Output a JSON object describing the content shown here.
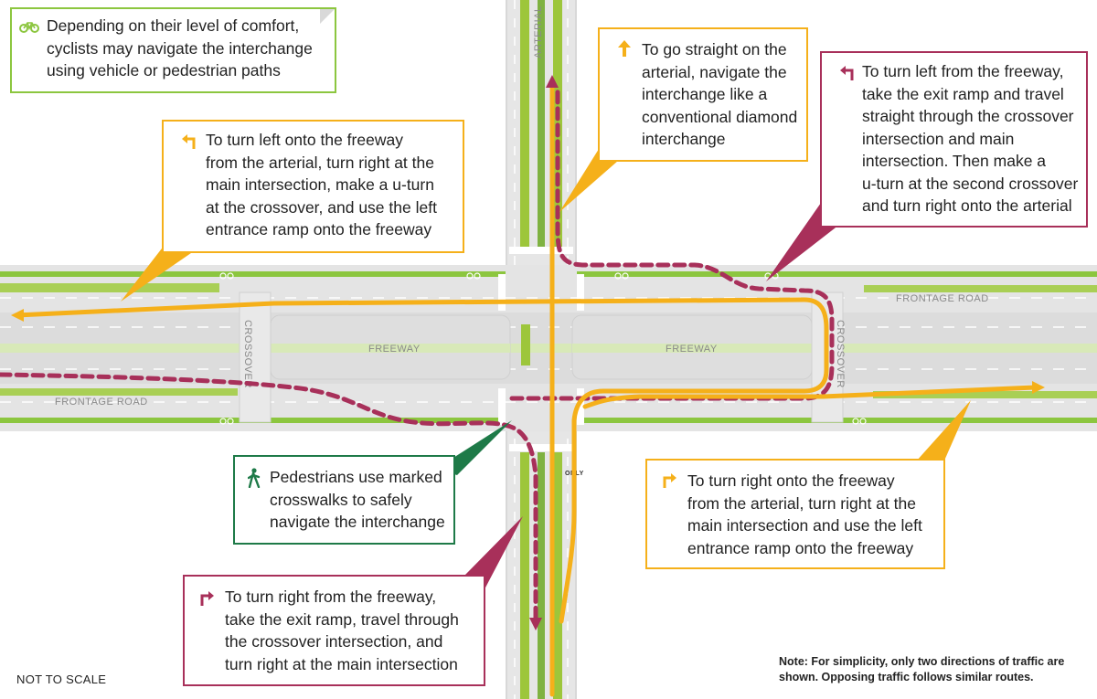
{
  "colors": {
    "orange": "#F5B01A",
    "maroon": "#A8305A",
    "lightgreen": "#8CC63F",
    "darkgreen": "#1E7A48",
    "road": "#E4E4E4",
    "median": "#9DC63B"
  },
  "labels": {
    "arterial": "ARTERIAL",
    "frontage_road": "FRONTAGE ROAD",
    "freeway": "FREEWAY",
    "crossover": "CROSSOVER",
    "only": "ONLY"
  },
  "callouts": {
    "cyclists": {
      "icon": "bicycle-icon",
      "text": [
        "Depending on their level of comfort,",
        "cyclists may navigate the interchange",
        "using vehicle or pedestrian paths"
      ]
    },
    "left_onto_freeway": {
      "icon": "turn-left-arrow-icon",
      "text": [
        "To turn left onto the freeway",
        "from the arterial, turn right at the",
        "main intersection, make a u-turn",
        "at the crossover, and use the left",
        "entrance ramp onto the freeway"
      ]
    },
    "straight": {
      "icon": "straight-arrow-icon",
      "text": [
        "To go straight on the",
        "arterial, navigate the",
        "interchange like a",
        "conventional diamond",
        "interchange"
      ]
    },
    "left_from_freeway": {
      "icon": "turn-left-arrow-icon",
      "text": [
        "To turn left from the freeway,",
        "take the exit ramp and travel",
        "straight through the crossover",
        "intersection and main",
        "intersection. Then make a",
        "u-turn at the second crossover",
        "and turn right onto the arterial"
      ]
    },
    "pedestrians": {
      "icon": "pedestrian-icon",
      "text": [
        "Pedestrians use marked",
        "crosswalks to safely",
        "navigate the interchange"
      ]
    },
    "right_onto_freeway": {
      "icon": "turn-right-arrow-icon",
      "text": [
        "To turn right onto the freeway",
        "from the arterial, turn right at the",
        "main intersection and use the left",
        "entrance ramp onto the freeway"
      ]
    },
    "right_from_freeway": {
      "icon": "turn-right-arrow-icon",
      "text": [
        "To turn right from the freeway,",
        "take the exit ramp, travel through",
        "the crossover intersection, and",
        "turn right at the main intersection"
      ]
    }
  },
  "footer": {
    "scale_note": "NOT TO SCALE",
    "note": "Note: For simplicity, only two directions of traffic are shown. Opposing traffic follows similar routes."
  }
}
